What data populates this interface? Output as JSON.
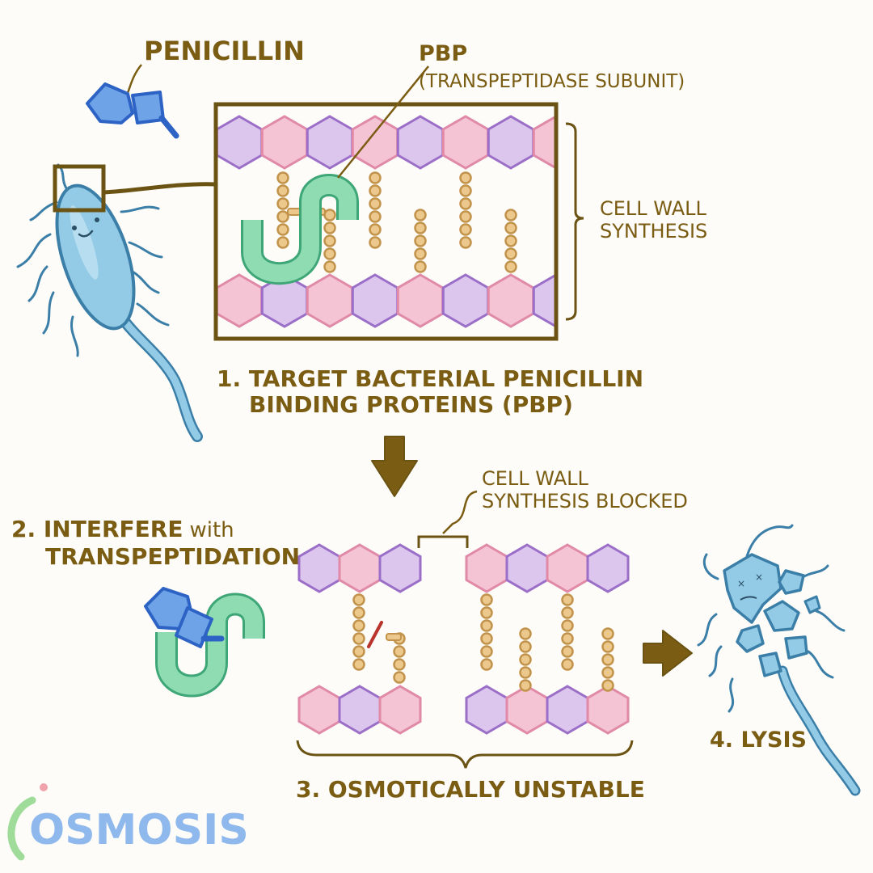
{
  "labels": {
    "penicillin": "PENICILLIN",
    "pbp": "PBP",
    "pbp_sub": "(TRANSPEPTIDASE SUBUNIT)",
    "cell_wall_line1": "CELL WALL",
    "cell_wall_line2": "SYNTHESIS",
    "step1_line1": "1. TARGET BACTERIAL PENICILLIN",
    "step1_line2": "BINDING PROTEINS (PBP)",
    "step2_line1_a": "2. INTERFERE",
    "step2_line1_b": "with",
    "step2_line2": "TRANSPEPTIDATION",
    "blocked_line1": "CELL WALL",
    "blocked_line2": "SYNTHESIS BLOCKED",
    "step3": "3. OSMOTICALLY UNSTABLE",
    "step4": "4. LYSIS"
  },
  "brand": {
    "logo": "OSMOSIS"
  },
  "colors": {
    "label": "#7a5c12",
    "arrow": "#7a5c12",
    "hex_purple_fill": "#dcc6ee",
    "hex_purple_stroke": "#9b6fc8",
    "hex_pink_fill": "#f4c3d4",
    "hex_pink_stroke": "#e08aa8",
    "bead_fill": "#edc88d",
    "bead_stroke": "#c2934b",
    "pbp_fill": "#8fdcb3",
    "pbp_stroke": "#3fa677",
    "penicillin_fill": "#6fa3e8",
    "penicillin_stroke": "#2c63c4",
    "bacterium_fill": "#93cbe6",
    "bacterium_stroke": "#3b7fa8",
    "logo_blue": "#8fb9ec",
    "logo_green": "#9fdc9a",
    "logo_pink": "#f1a3ad"
  },
  "icons": {
    "penicillin": "penicillin-molecule-icon",
    "bacterium": "bacterium-icon",
    "lysed_bacterium": "lysed-bacterium-icon",
    "down_arrow": "down-arrow-icon",
    "right_arrow": "right-arrow-icon"
  }
}
